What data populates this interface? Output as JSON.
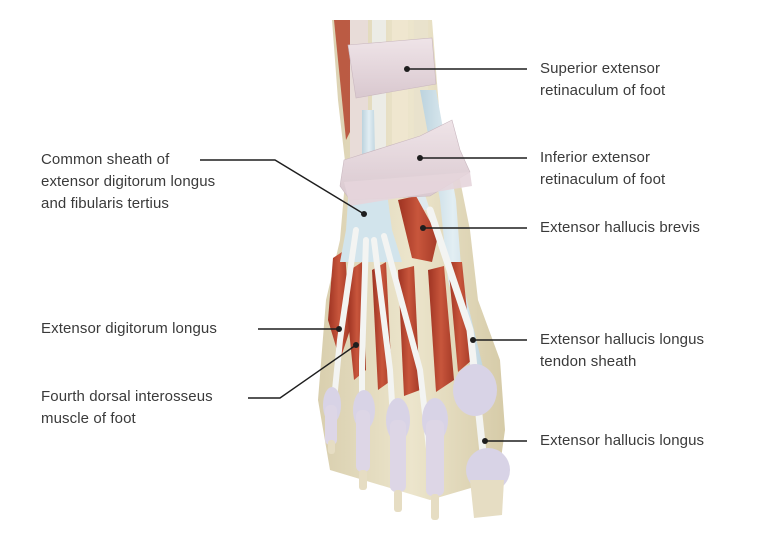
{
  "figure": {
    "subject": "Dorsal view of the foot - extensor muscles, tendons and retinacula",
    "labels": {
      "superior_retinaculum": [
        "Superior extensor",
        "retinaculum of foot"
      ],
      "inferior_retinaculum": [
        "Inferior extensor",
        "retinaculum of foot"
      ],
      "ehb": [
        "Extensor hallucis brevis"
      ],
      "ehl_sheath": [
        "Extensor hallucis longus",
        "tendon sheath"
      ],
      "ehl": [
        "Extensor hallucis longus"
      ],
      "common_sheath": [
        "Common sheath of",
        "extensor digitorum longus",
        "and fibularis tertius"
      ],
      "edl": [
        "Extensor digitorum longus"
      ],
      "fourth_dorsal_interosseus": [
        "Fourth dorsal interosseus",
        "muscle of foot"
      ]
    },
    "colors": {
      "text": "#3a3a3a",
      "leader": "#1e1e1e",
      "muscle": "#b5452f",
      "tendon": "#eef0ee",
      "sheath": "#cfe1ea",
      "retinaculum": "#e8d9de",
      "bone": "#e2d9bd",
      "joint_capsule": "#d8d3e6"
    }
  }
}
